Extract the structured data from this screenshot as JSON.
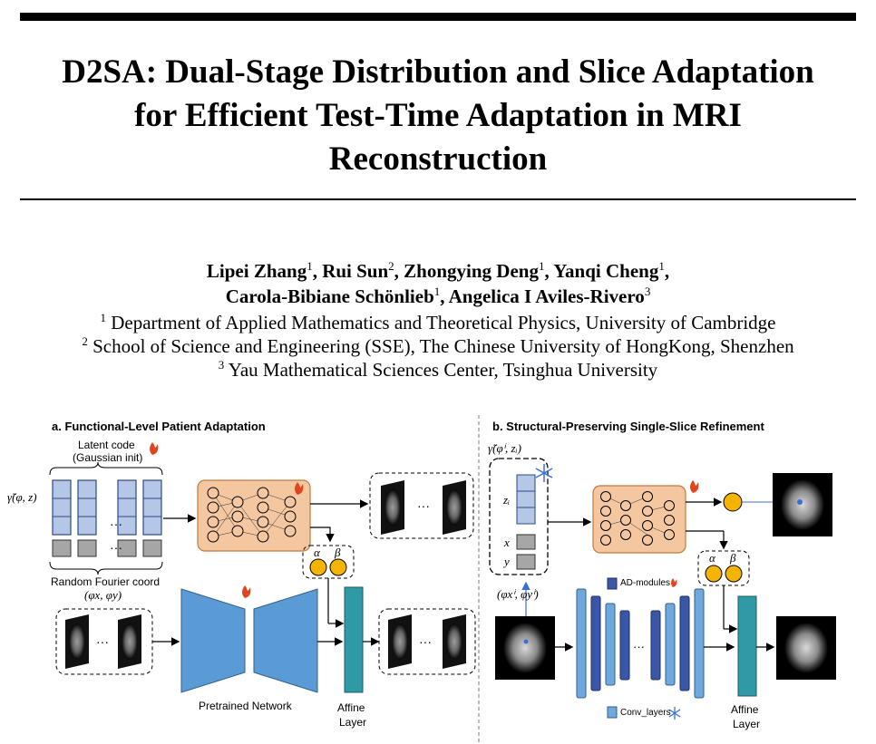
{
  "title": {
    "line1": "D2SA: Dual-Stage Distribution and Slice Adaptation",
    "line2": "for Efficient Test-Time Adaptation in MRI",
    "line3": "Reconstruction"
  },
  "authors": [
    {
      "name": "Lipei Zhang",
      "aff": "1",
      "sep": ", "
    },
    {
      "name": "Rui Sun",
      "aff": "2",
      "sep": ", "
    },
    {
      "name": "Zhongying Deng",
      "aff": "1",
      "sep": ", "
    },
    {
      "name": "Yanqi Cheng",
      "aff": "1",
      "sep": ","
    },
    {
      "name": "Carola-Bibiane Schönlieb",
      "aff": "1",
      "sep": ", "
    },
    {
      "name": "Angelica I Aviles-Rivero",
      "aff": "3",
      "sep": ""
    }
  ],
  "affiliations": [
    {
      "num": "1",
      "text": "Department of Applied Mathematics and Theoretical Physics, University of Cambridge"
    },
    {
      "num": "2",
      "text": "School of Science and Engineering (SSE), The Chinese University of HongKong, Shenzhen"
    },
    {
      "num": "3",
      "text": "Yau Mathematical Sciences Center, Tsinghua University"
    }
  ],
  "figure": {
    "panel_a_title": "a. Functional-Level Patient Adaptation",
    "panel_b_title": "b. Structural-Preserving Single-Slice Refinement",
    "latent_code_line1": "Latent code",
    "latent_code_line2": "(Gaussian init)",
    "gamma_a": "γ̃(φ, z)",
    "random_fourier": "Random Fourier coord",
    "phi_xy": "(φx, φy)",
    "alpha": "α",
    "beta": "β",
    "pretrained_network": "Pretrained Network",
    "affine_line1": "Affine",
    "affine_line2": "Layer",
    "gamma_b": "γ̃(φⁱ, zᵢ)",
    "z_i": "zᵢ",
    "x": "x",
    "y": "y",
    "phi_xy_i": "(φxⁱ, φyⁱ)",
    "ad_modules": "AD-modules",
    "conv_layers": "Conv_layers",
    "dots": "···",
    "colors": {
      "latent_blue": "#b4c7e7",
      "coord_gray": "#a6a6a6",
      "mlp_orange": "#f4c7a1",
      "pretrained_blue": "#5b9bd5",
      "affine_teal": "#2f9aa6",
      "ad_dark_blue": "#3a56a8",
      "conv_light_blue": "#6fa8dc",
      "alpha_beta_yellow": "#f4b400",
      "flame": "#e0451b"
    }
  }
}
